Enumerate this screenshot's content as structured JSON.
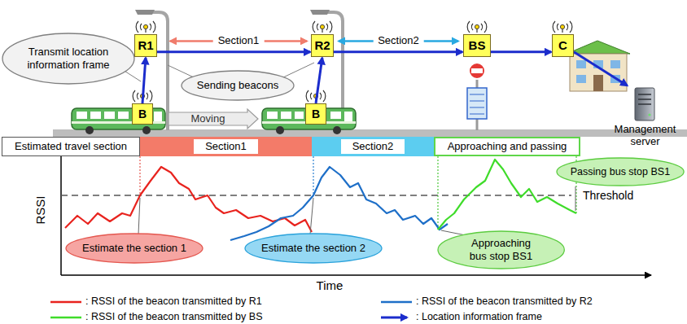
{
  "diagram": {
    "nodes": [
      {
        "text": [
          "R1"
        ]
      },
      {
        "text": [
          "R2"
        ]
      },
      {
        "text": [
          "BS"
        ]
      },
      {
        "text": [
          "C"
        ]
      },
      {
        "text": [
          "Transmit location information frame"
        ]
      },
      {
        "text": [
          "Sending beacons"
        ]
      },
      {
        "text": [
          "Management server"
        ]
      },
      {
        "text": [
          "B"
        ]
      },
      {
        "text": [
          "Moving"
        ]
      },
      {
        "text": [
          "B"
        ]
      },
      {
        "text": [
          "Estimated travel section"
        ]
      },
      {
        "text": [
          "Section1"
        ]
      },
      {
        "text": [
          "Section2"
        ]
      },
      {
        "text": [
          "Approaching and passing"
        ]
      },
      {
        "text": [
          "Estimate the section 1"
        ]
      },
      {
        "text": [
          "Estimate the section 2"
        ]
      },
      {
        "text": [
          "Approaching bus stop BS1"
        ]
      },
      {
        "text": [
          "Passing bus stop BS1"
        ]
      }
    ],
    "edges": [
      {
        "from": 7,
        "to": 0,
        "arrow": "to"
      },
      {
        "from": 9,
        "to": 1,
        "arrow": "to"
      },
      {
        "from": 0,
        "to": 1,
        "arrow": "to"
      },
      {
        "from": 1,
        "to": 2,
        "arrow": "to"
      },
      {
        "from": 2,
        "to": 3,
        "arrow": "to"
      },
      {
        "from": 3,
        "to": 6,
        "arrow": "to"
      },
      {
        "from": 0,
        "to": 1,
        "label": "Section1",
        "arrow": "both"
      },
      {
        "from": 1,
        "to": 2,
        "label": "Section2",
        "arrow": "both"
      }
    ],
    "labels": [
      "Threshold",
      "RSSI",
      "Time"
    ],
    "legend": [
      {
        "text": ": RSSI of the beacon transmitted by R1"
      },
      {
        "text": ": RSSI of the beacon transmitted by R2"
      },
      {
        "text": ": RSSI of the beacon transmitted by BS"
      },
      {
        "text": ": Location information frame"
      }
    ]
  }
}
